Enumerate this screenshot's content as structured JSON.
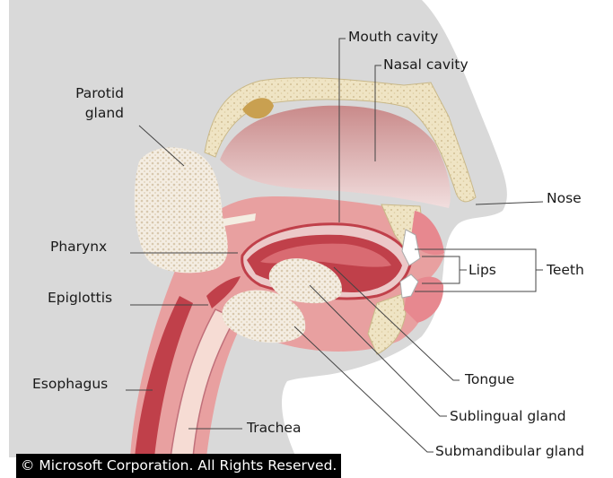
{
  "labels": {
    "mouth_cavity": "Mouth cavity",
    "nasal_cavity": "Nasal cavity",
    "parotid_gland_line1": "Parotid",
    "parotid_gland_line2": "gland",
    "nose": "Nose",
    "pharynx": "Pharynx",
    "lips": "Lips",
    "teeth": "Teeth",
    "epiglottis": "Epiglottis",
    "esophagus": "Esophagus",
    "tongue": "Tongue",
    "sublingual_gland": "Sublingual gland",
    "trachea": "Trachea",
    "submandibular_gland": "Submandibular gland"
  },
  "copyright": "© Microsoft Corporation. All Rights Reserved.",
  "colors": {
    "head_silhouette": "#d9d9d9",
    "tissue": "#e8a0a0",
    "tissue_dark": "#c0404a",
    "bone": "#efe6c8",
    "gland": "#f3ece0",
    "cavity": "#ecc8c8"
  }
}
